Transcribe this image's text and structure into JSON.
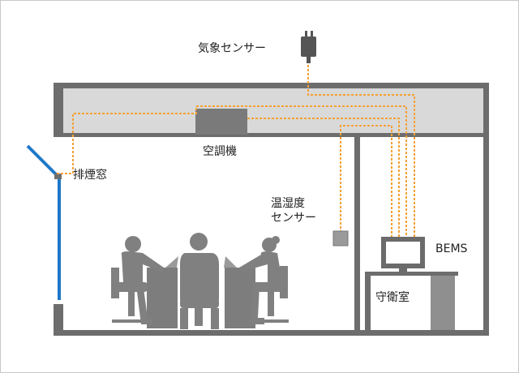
{
  "labels": {
    "weather_sensor": "気象センサー",
    "air_conditioner": "空調機",
    "smoke_vent": "排煙窓",
    "temp_humidity_line1": "温湿度",
    "temp_humidity_line2": "センサー",
    "bems": "BEMS",
    "guard_room": "守衛室"
  },
  "colors": {
    "structure": "#6d6d6d",
    "ceiling_space": "#d9d9d9",
    "signal_line": "#f5a033",
    "window": "#1e78c8",
    "people": "#808080"
  }
}
